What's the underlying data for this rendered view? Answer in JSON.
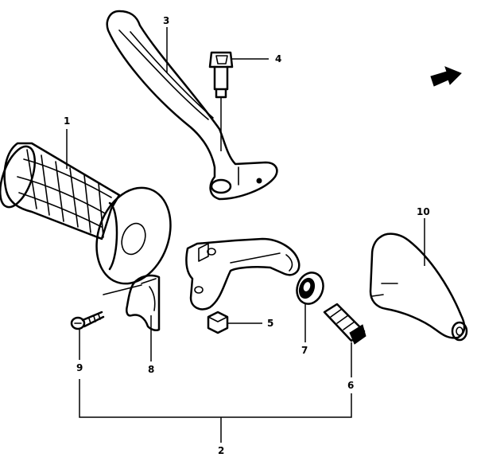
{
  "parts": [
    {
      "key": "grip",
      "number": "1"
    },
    {
      "key": "lever-assembly",
      "number": "2"
    },
    {
      "key": "lever",
      "number": "3"
    },
    {
      "key": "pivot-bolt",
      "number": "4"
    },
    {
      "key": "nut",
      "number": "5"
    },
    {
      "key": "adjuster-bolt",
      "number": "6"
    },
    {
      "key": "lock-nut",
      "number": "7"
    },
    {
      "key": "clamp",
      "number": "8"
    },
    {
      "key": "clamp-screw",
      "number": "9"
    },
    {
      "key": "lever-cover",
      "number": "10"
    }
  ],
  "colors": {
    "ink": "#000000",
    "paper": "#ffffff"
  },
  "icons": [
    "direction-arrow-icon"
  ]
}
